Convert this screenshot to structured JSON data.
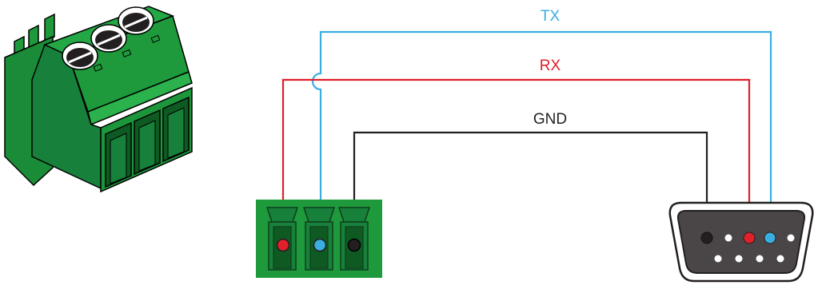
{
  "wiring": {
    "tx_label": "TX",
    "rx_label": "RX",
    "gnd_label": "GND"
  },
  "colors": {
    "tx_wire": "#3aaee0",
    "rx_wire": "#e0202a",
    "gnd_wire": "#231f20",
    "terminal_block_green": "#1e9a3c",
    "terminal_block_dark": "#0f5a22",
    "db9_shell": "#4a4546"
  },
  "icons": {
    "terminal_block_3d": "3-pin-terminal-block-icon",
    "terminal_block_front": "terminal-block-front-icon",
    "db9_connector": "db9-female-connector-icon"
  },
  "db9": {
    "top_row_pins": 5,
    "bottom_row_pins": 4
  }
}
